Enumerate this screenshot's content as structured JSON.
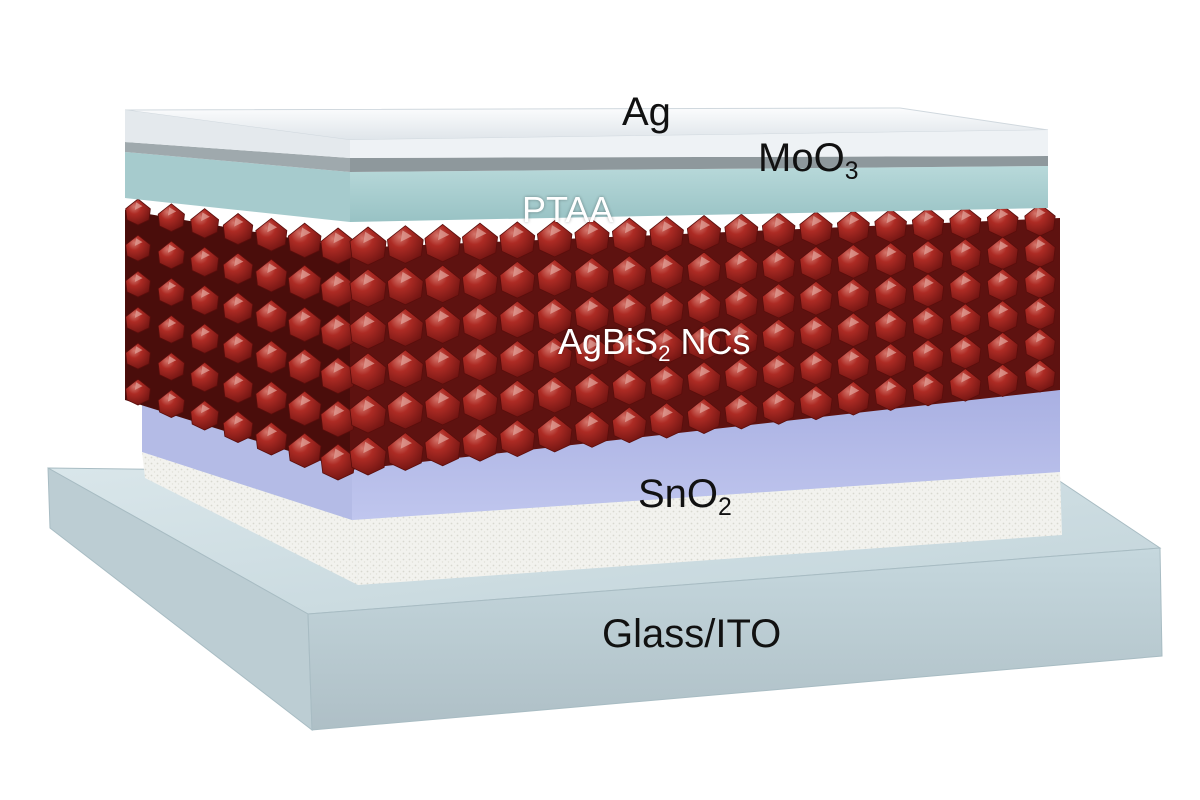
{
  "layers": {
    "top_electrode": {
      "label": "Ag"
    },
    "hole_transport_oxide": {
      "label_main": "MoO",
      "label_sub": "3"
    },
    "hole_transport_polymer": {
      "label": "PTAA"
    },
    "absorber": {
      "label_main": "AgBiS",
      "label_sub": "2",
      "label_suffix": " NCs"
    },
    "electron_transport": {
      "label_main": "SnO",
      "label_sub": "2"
    },
    "substrate": {
      "label": "Glass/ITO"
    }
  },
  "colors": {
    "label_dark": "#111111",
    "label_light": "#ffffff",
    "nanocrystal": "#9a1f1b",
    "nanocrystal_highlight": "#d98a80",
    "silver": "#f0f3f5",
    "ptaa": "#a9cfd0",
    "sno2": "#b9bfe8",
    "glass": "#c4d6dc"
  },
  "icons": {
    "nanocrystal": "octahedral-nanocrystal-icon"
  }
}
